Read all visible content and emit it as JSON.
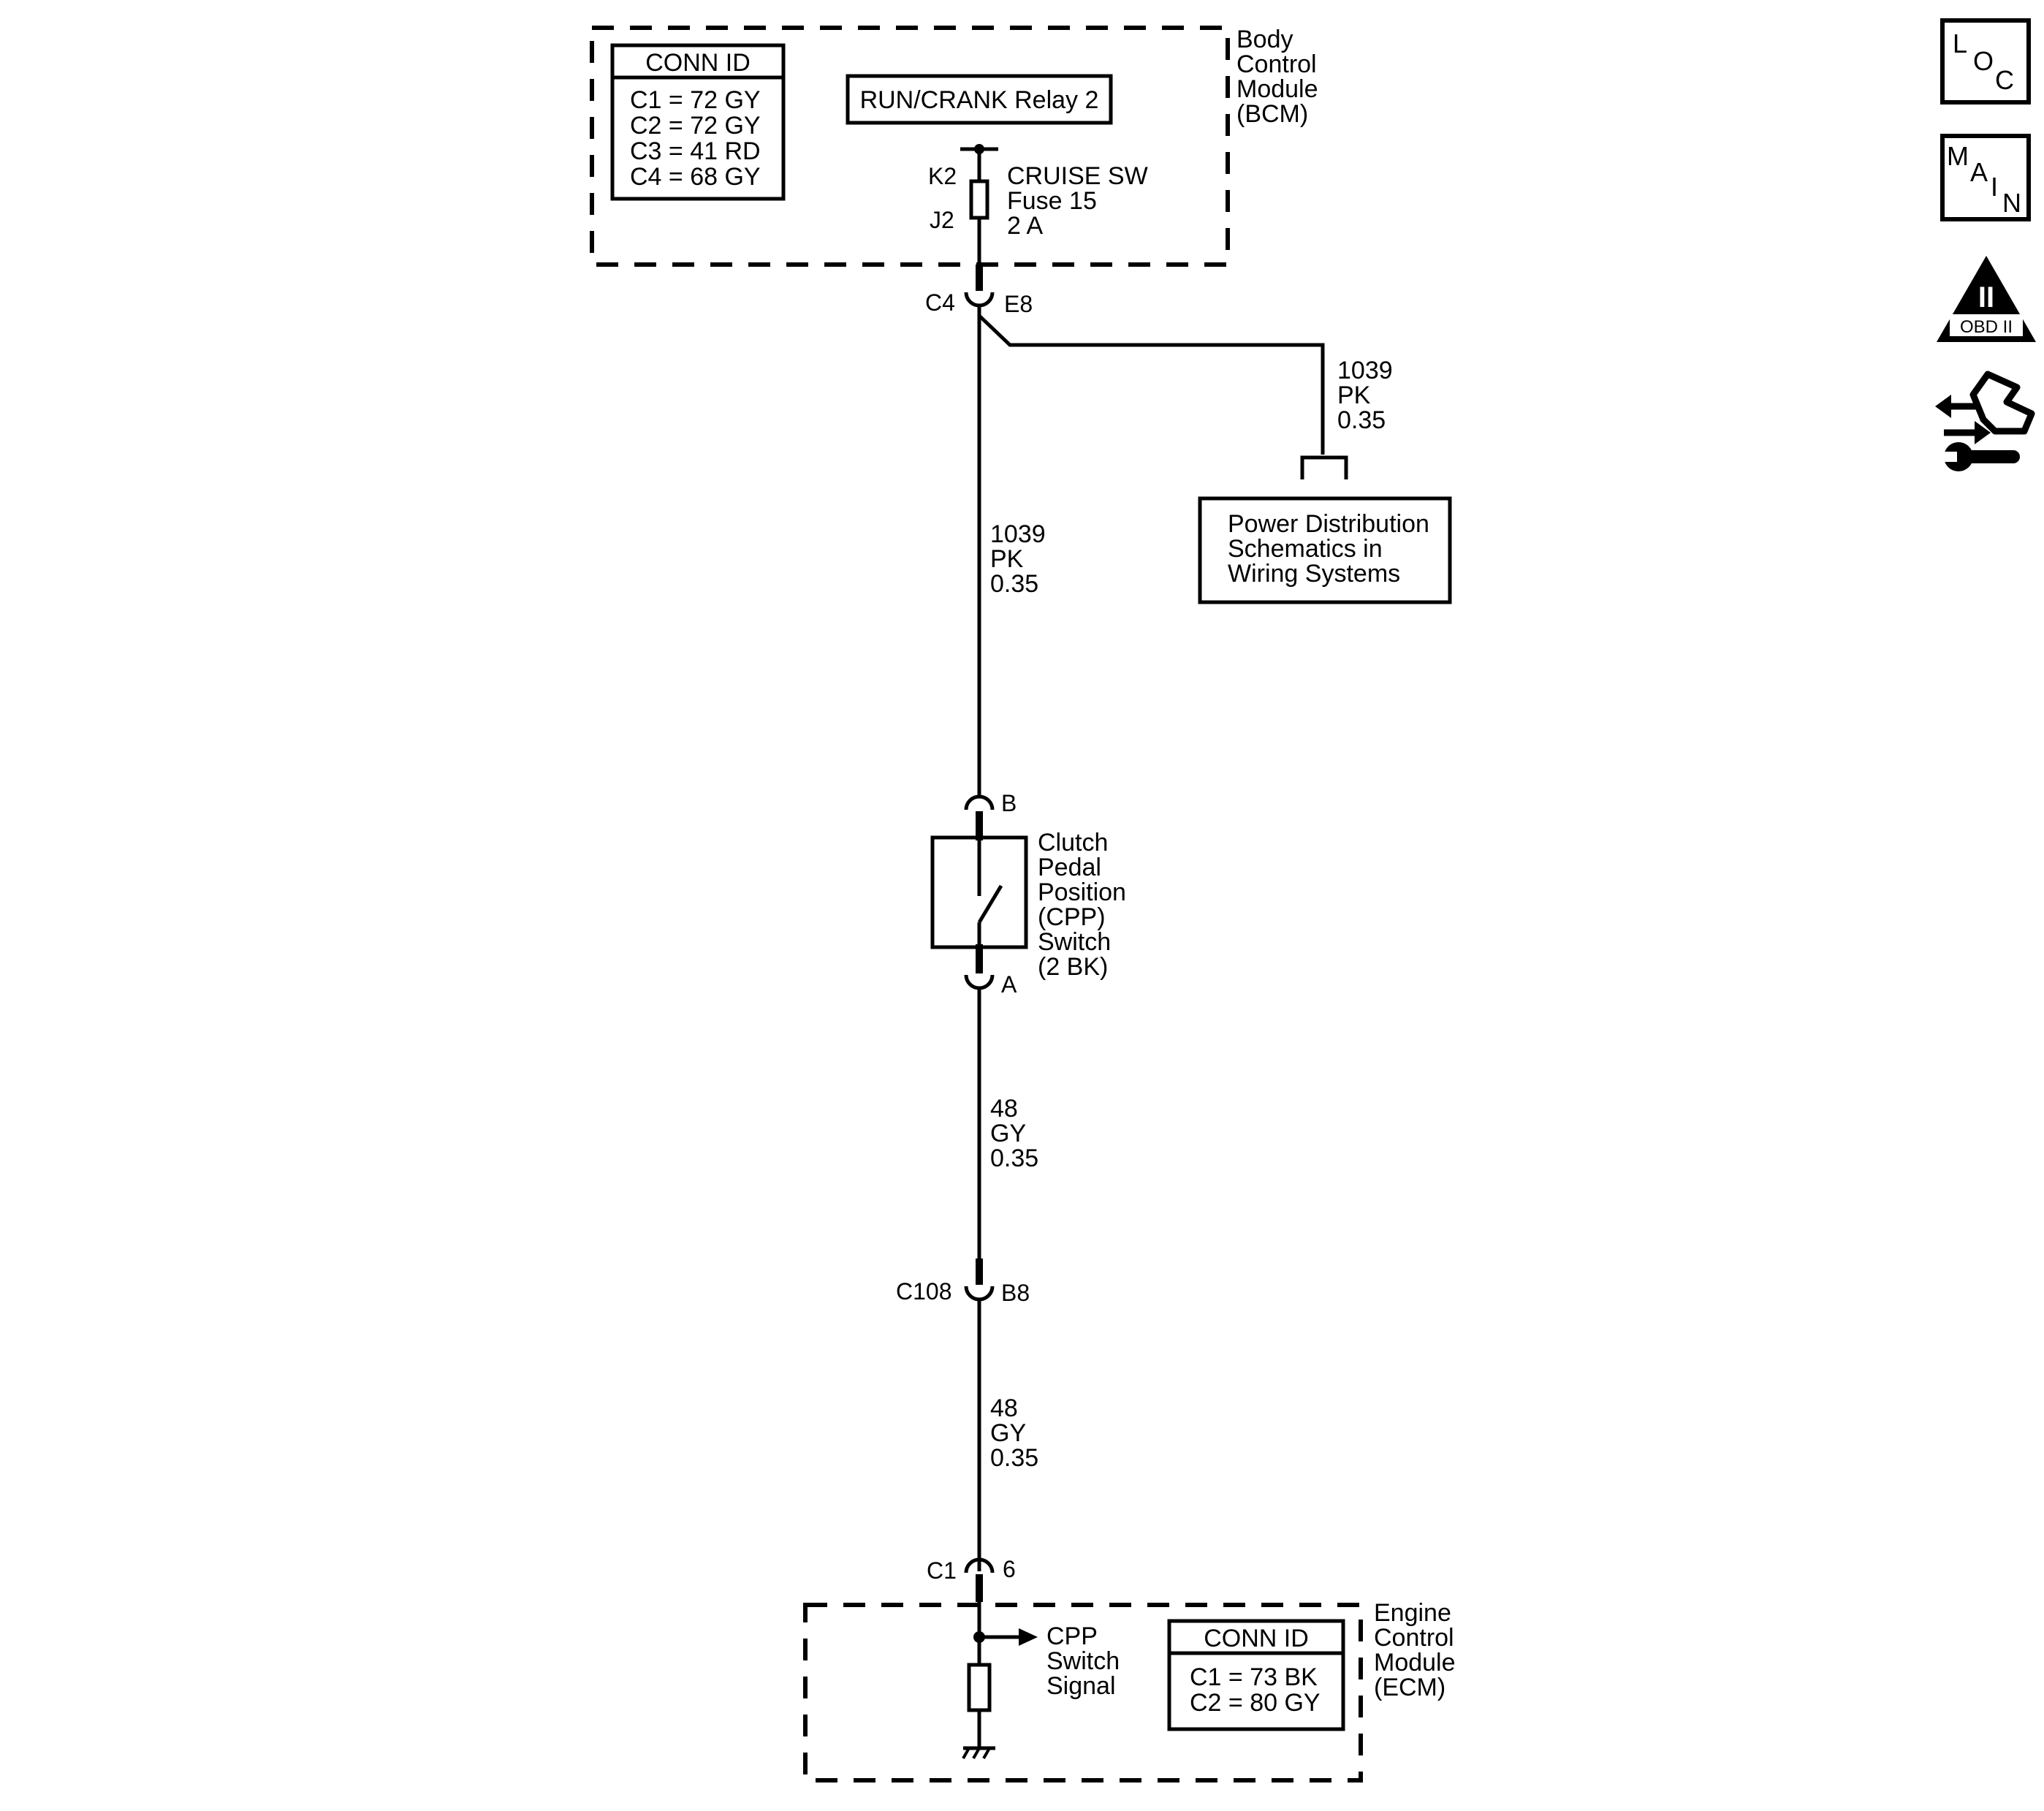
{
  "bcm": {
    "name_lines": [
      "Body",
      "Control",
      "Module",
      "(BCM)"
    ],
    "conn_id": {
      "title": "CONN ID",
      "rows": [
        "C1 = 72 GY",
        "C2 = 72 GY",
        "C3 = 41 RD",
        "C4 = 68 GY"
      ]
    },
    "relay_label": "RUN/CRANK Relay 2",
    "fuse": {
      "pin_top": "K2",
      "pin_bottom": "J2",
      "lines": [
        "CRUISE SW",
        "Fuse 15",
        "2 A"
      ]
    },
    "connector": {
      "name": "C4",
      "pin": "E8"
    }
  },
  "wires": {
    "branch": [
      "1039",
      "PK",
      "0.35"
    ],
    "w1039": [
      "1039",
      "PK",
      "0.35"
    ],
    "w48_upper": [
      "48",
      "GY",
      "0.35"
    ],
    "w48_lower": [
      "48",
      "GY",
      "0.35"
    ]
  },
  "power_distribution": {
    "lines": [
      "Power Distribution",
      "Schematics in",
      "Wiring Systems"
    ]
  },
  "cpp_switch": {
    "pin_top": "B",
    "pin_bottom": "A",
    "lines": [
      "Clutch",
      "Pedal",
      "Position",
      "(CPP)",
      "Switch",
      "(2 BK)"
    ]
  },
  "inline_connector": {
    "name": "C108",
    "pin": "B8"
  },
  "ecm": {
    "connector": {
      "name": "C1",
      "pin": "6"
    },
    "signal_lines": [
      "CPP",
      "Switch",
      "Signal"
    ],
    "conn_id": {
      "title": "CONN ID",
      "rows": [
        "C1 = 73 BK",
        "C2 = 80 GY"
      ]
    },
    "name_lines": [
      "Engine",
      "Control",
      "Module",
      "(ECM)"
    ]
  },
  "nav_icons": {
    "loc": [
      "L",
      "O",
      "C"
    ],
    "main": [
      "M",
      "A",
      "I",
      "N"
    ],
    "obd": {
      "roman": "II",
      "label": "OBD II"
    }
  }
}
